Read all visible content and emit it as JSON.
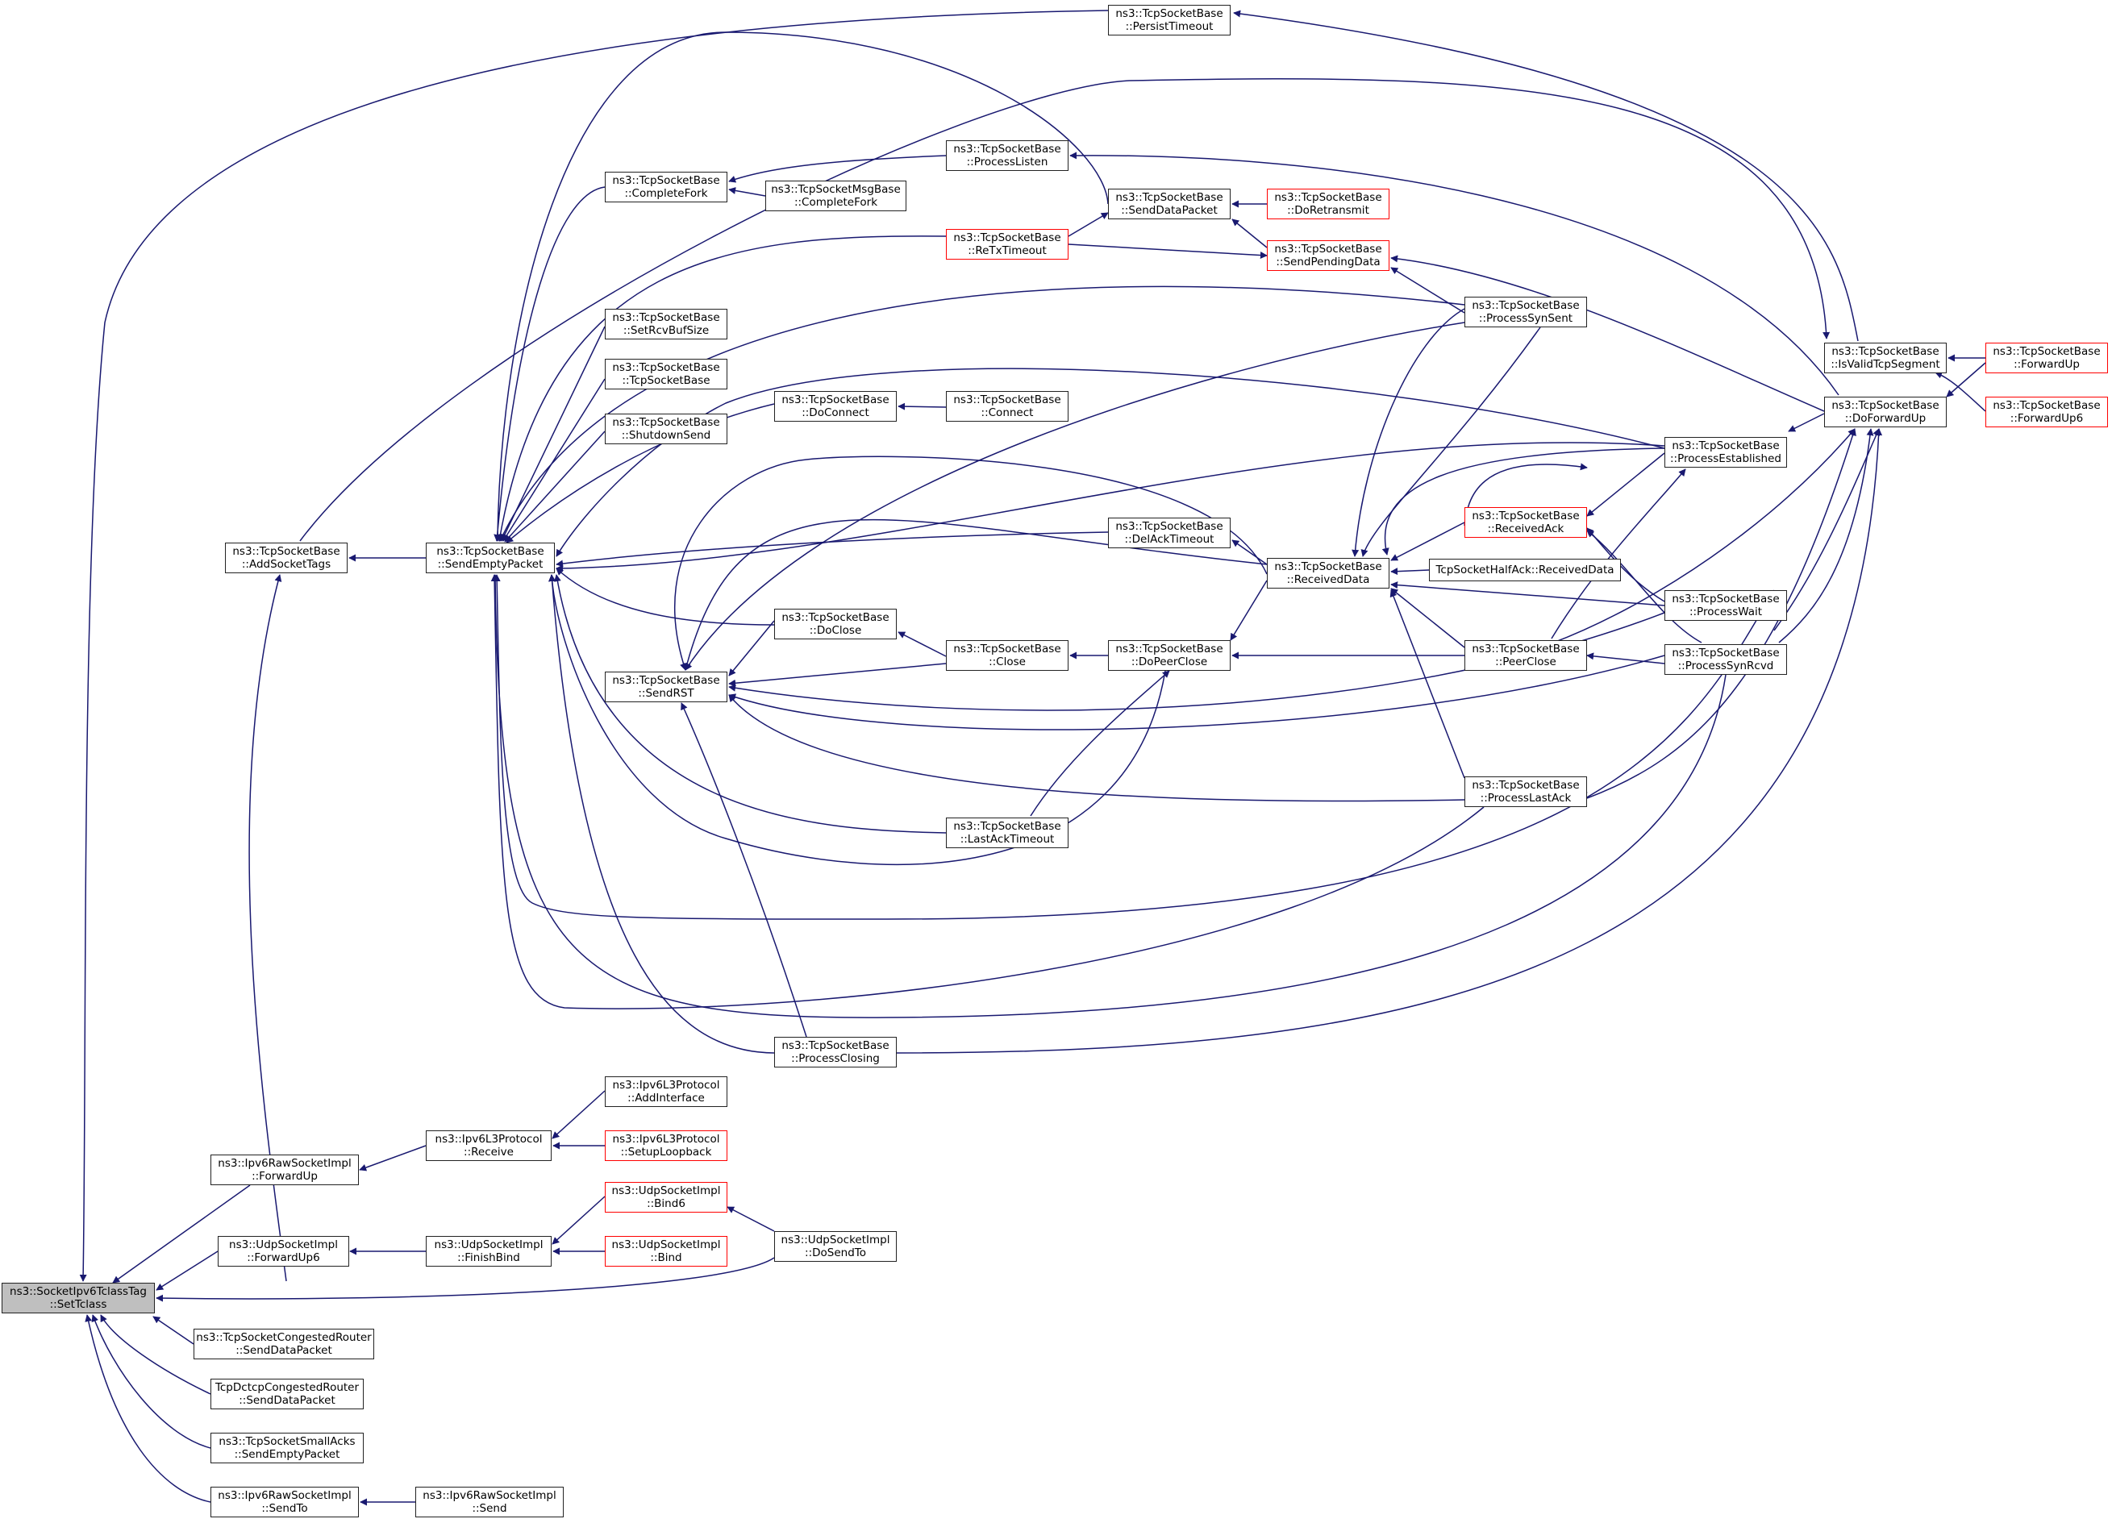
{
  "edge_color": "#191970",
  "highlight_border_color": "#ff0000",
  "root_fill": "#bfbfbf",
  "nodes": {
    "root": {
      "l1": "ns3::SocketIpv6TclassTag",
      "l2": "::SetTclass"
    },
    "persistTimeout": {
      "l1": "ns3::TcpSocketBase",
      "l2": "::PersistTimeout"
    },
    "addSocketTags": {
      "l1": "ns3::TcpSocketBase",
      "l2": "::AddSocketTags"
    },
    "sendEmptyPacket": {
      "l1": "ns3::TcpSocketBase",
      "l2": "::SendEmptyPacket"
    },
    "completeFork": {
      "l1": "ns3::TcpSocketBase",
      "l2": "::CompleteFork"
    },
    "msgCompleteFork": {
      "l1": "ns3::TcpSocketMsgBase",
      "l2": "::CompleteFork"
    },
    "processListen": {
      "l1": "ns3::TcpSocketBase",
      "l2": "::ProcessListen"
    },
    "sendDataPacket": {
      "l1": "ns3::TcpSocketBase",
      "l2": "::SendDataPacket"
    },
    "doRetransmit": {
      "l1": "ns3::TcpSocketBase",
      "l2": "::DoRetransmit"
    },
    "reTxTimeout": {
      "l1": "ns3::TcpSocketBase",
      "l2": "::ReTxTimeout"
    },
    "sendPendingData": {
      "l1": "ns3::TcpSocketBase",
      "l2": "::SendPendingData"
    },
    "setRcvBufSize": {
      "l1": "ns3::TcpSocketBase",
      "l2": "::SetRcvBufSize"
    },
    "tcpSocketBase": {
      "l1": "ns3::TcpSocketBase",
      "l2": "::TcpSocketBase"
    },
    "shutdownSend": {
      "l1": "ns3::TcpSocketBase",
      "l2": "::ShutdownSend"
    },
    "doConnect": {
      "l1": "ns3::TcpSocketBase",
      "l2": "::DoConnect"
    },
    "connect": {
      "l1": "ns3::TcpSocketBase",
      "l2": "::Connect"
    },
    "processSynSent": {
      "l1": "ns3::TcpSocketBase",
      "l2": "::ProcessSynSent"
    },
    "isValidTcpSegment": {
      "l1": "ns3::TcpSocketBase",
      "l2": "::IsValidTcpSegment"
    },
    "forwardUp": {
      "l1": "ns3::TcpSocketBase",
      "l2": "::ForwardUp"
    },
    "doForwardUp": {
      "l1": "ns3::TcpSocketBase",
      "l2": "::DoForwardUp"
    },
    "forwardUp6": {
      "l1": "ns3::TcpSocketBase",
      "l2": "::ForwardUp6"
    },
    "processEstablished": {
      "l1": "ns3::TcpSocketBase",
      "l2": "::ProcessEstablished"
    },
    "delAckTimeout": {
      "l1": "ns3::TcpSocketBase",
      "l2": "::DelAckTimeout"
    },
    "receivedAck": {
      "l1": "ns3::TcpSocketBase",
      "l2": "::ReceivedAck"
    },
    "receivedData": {
      "l1": "ns3::TcpSocketBase",
      "l2": "::ReceivedData"
    },
    "halfAck": {
      "l1": "TcpSocketHalfAck::ReceivedData",
      "l2": ""
    },
    "processWait": {
      "l1": "ns3::TcpSocketBase",
      "l2": "::ProcessWait"
    },
    "doClose": {
      "l1": "ns3::TcpSocketBase",
      "l2": "::DoClose"
    },
    "close": {
      "l1": "ns3::TcpSocketBase",
      "l2": "::Close"
    },
    "doPeerClose": {
      "l1": "ns3::TcpSocketBase",
      "l2": "::DoPeerClose"
    },
    "peerClose": {
      "l1": "ns3::TcpSocketBase",
      "l2": "::PeerClose"
    },
    "processSynRcvd": {
      "l1": "ns3::TcpSocketBase",
      "l2": "::ProcessSynRcvd"
    },
    "sendRST": {
      "l1": "ns3::TcpSocketBase",
      "l2": "::SendRST"
    },
    "processLastAck": {
      "l1": "ns3::TcpSocketBase",
      "l2": "::ProcessLastAck"
    },
    "lastAckTimeout": {
      "l1": "ns3::TcpSocketBase",
      "l2": "::LastAckTimeout"
    },
    "processClosing": {
      "l1": "ns3::TcpSocketBase",
      "l2": "::ProcessClosing"
    },
    "addInterface": {
      "l1": "ns3::Ipv6L3Protocol",
      "l2": "::AddInterface"
    },
    "ipv6Receive": {
      "l1": "ns3::Ipv6L3Protocol",
      "l2": "::Receive"
    },
    "setupLoopback": {
      "l1": "ns3::Ipv6L3Protocol",
      "l2": "::SetupLoopback"
    },
    "rawForwardUp": {
      "l1": "ns3::Ipv6RawSocketImpl",
      "l2": "::ForwardUp"
    },
    "bind6": {
      "l1": "ns3::UdpSocketImpl",
      "l2": "::Bind6"
    },
    "udpForwardUp6": {
      "l1": "ns3::UdpSocketImpl",
      "l2": "::ForwardUp6"
    },
    "finishBind": {
      "l1": "ns3::UdpSocketImpl",
      "l2": "::FinishBind"
    },
    "doSendTo": {
      "l1": "ns3::UdpSocketImpl",
      "l2": "::DoSendTo"
    },
    "bind": {
      "l1": "ns3::UdpSocketImpl",
      "l2": "::Bind"
    },
    "congestedRouter": {
      "l1": "ns3::TcpSocketCongestedRouter",
      "l2": "::SendDataPacket"
    },
    "dctcpRouter": {
      "l1": "TcpDctcpCongestedRouter",
      "l2": "::SendDataPacket"
    },
    "smallAcks": {
      "l1": "ns3::TcpSocketSmallAcks",
      "l2": "::SendEmptyPacket"
    },
    "rawSendTo": {
      "l1": "ns3::Ipv6RawSocketImpl",
      "l2": "::SendTo"
    },
    "rawSend": {
      "l1": "ns3::Ipv6RawSocketImpl",
      "l2": "::Send"
    }
  }
}
